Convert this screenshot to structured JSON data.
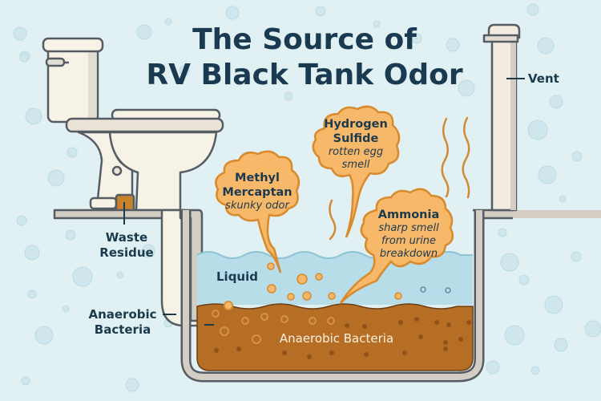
{
  "title": {
    "line1": "The Source of",
    "line2": "RV Black Tank Odor"
  },
  "labels": {
    "waste_residue": [
      "Waste",
      "Residue"
    ],
    "anaerobic_bacteria_side": [
      "Anaerobic",
      "Bacteria"
    ],
    "liquid": "Liquid",
    "anaerobic_bacteria_tank": "Anaerobic Bacteria",
    "vent": "Vent"
  },
  "gases": [
    {
      "name_lines": [
        "Methyl",
        "Mercaptan"
      ],
      "description_lines": [
        "skunky odor"
      ]
    },
    {
      "name_lines": [
        "Hydrogen",
        "Sulfide"
      ],
      "description_lines": [
        "rotten egg",
        "smell"
      ]
    },
    {
      "name_lines": [
        "Ammonia"
      ],
      "description_lines": [
        "sharp smell",
        "from urine",
        "breakdown"
      ]
    }
  ],
  "colors": {
    "background": "#e1f0f3",
    "title": "#1a3a52",
    "cloud_fill": "#f8b86a",
    "cloud_stroke": "#d88a2c",
    "liquid": "#b6dde8",
    "sludge": "#b56e24",
    "pipe": "#d3cdc3",
    "outline": "#555c63",
    "porcelain": "#f7f2e6"
  }
}
